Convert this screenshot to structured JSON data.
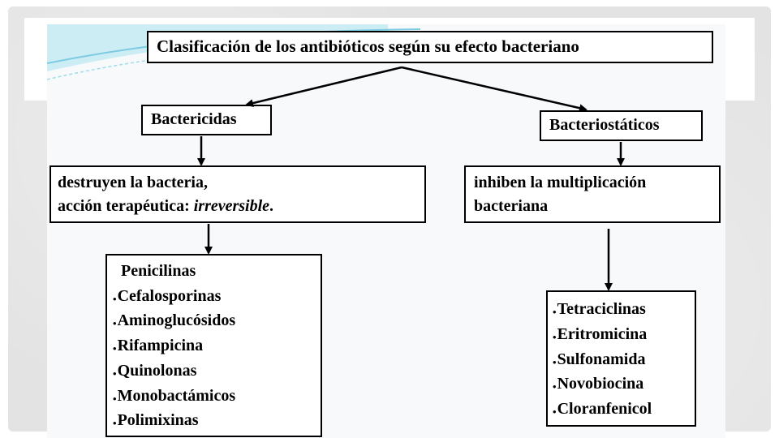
{
  "diagram": {
    "title": "Clasificación de los antibióticos según su efecto bacteriano",
    "bactericidas": {
      "label": "Bactericidas",
      "description_line1": "destruyen la bacteria,",
      "description_line2_prefix": "acción terapéutica: ",
      "description_line2_emph": "irreversible",
      "description_line2_suffix": ".",
      "first_item": "Penicilinas",
      "items": [
        "Cefalosporinas",
        "Aminoglucósidos",
        "Rifampicina",
        "Quinolonas",
        "Monobactámicos",
        "Polimixinas"
      ]
    },
    "bacteriostaticos": {
      "label": "Bacteriostáticos",
      "description_line1": "inhiben la multiplicación",
      "description_line2": "bacteriana",
      "items": [
        "Tetraciclinas",
        "Eritromicina",
        "Sulfonamida",
        "Novobiocina",
        "Cloranfenicol"
      ]
    },
    "bullet_glyph": "•",
    "colors": {
      "frame": "#e3e3e3",
      "swoosh": "#8fd3e8",
      "box_border": "#000000"
    }
  }
}
